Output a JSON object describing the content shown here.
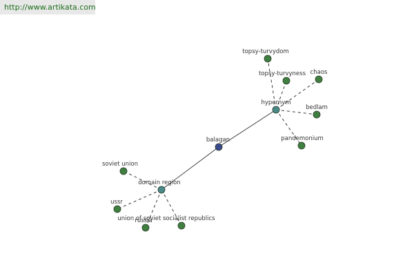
{
  "watermark": "http://www.artikata.com",
  "colors": {
    "center": "#3a4a8c",
    "hub": "#4a8a8a",
    "leaf": "#3f7f3f",
    "edge": "#222222"
  },
  "nodes": [
    {
      "id": "balagan",
      "label": "balagan",
      "kind": "center"
    },
    {
      "id": "hypernym",
      "label": "hypernym",
      "kind": "hub"
    },
    {
      "id": "domain-region",
      "label": "domain region",
      "kind": "hub"
    },
    {
      "id": "topsy-turvydom",
      "label": "topsy-turvydom",
      "kind": "leaf"
    },
    {
      "id": "topsy-turvyness",
      "label": "topsy-turvyness",
      "kind": "leaf"
    },
    {
      "id": "chaos",
      "label": "chaos",
      "kind": "leaf"
    },
    {
      "id": "bedlam",
      "label": "bedlam",
      "kind": "leaf"
    },
    {
      "id": "pandemonium",
      "label": "pandemonium",
      "kind": "leaf"
    },
    {
      "id": "soviet-union",
      "label": "soviet union",
      "kind": "leaf"
    },
    {
      "id": "ussr",
      "label": "ussr",
      "kind": "leaf"
    },
    {
      "id": "russia",
      "label": "russia",
      "kind": "leaf"
    },
    {
      "id": "union-of-soviet-socialist-republics",
      "label": "union of soviet socialist republics",
      "kind": "leaf"
    }
  ],
  "edges": [
    {
      "from": "balagan",
      "to": "hypernym",
      "style": "solid"
    },
    {
      "from": "balagan",
      "to": "domain-region",
      "style": "solid"
    },
    {
      "from": "hypernym",
      "to": "topsy-turvydom",
      "style": "dashed"
    },
    {
      "from": "hypernym",
      "to": "topsy-turvyness",
      "style": "dashed"
    },
    {
      "from": "hypernym",
      "to": "chaos",
      "style": "dashed"
    },
    {
      "from": "hypernym",
      "to": "bedlam",
      "style": "dashed"
    },
    {
      "from": "hypernym",
      "to": "pandemonium",
      "style": "dashed"
    },
    {
      "from": "domain-region",
      "to": "soviet-union",
      "style": "dashed"
    },
    {
      "from": "domain-region",
      "to": "ussr",
      "style": "dashed"
    },
    {
      "from": "domain-region",
      "to": "russia",
      "style": "dashed"
    },
    {
      "from": "domain-region",
      "to": "union-of-soviet-socialist-republics",
      "style": "dashed"
    }
  ]
}
